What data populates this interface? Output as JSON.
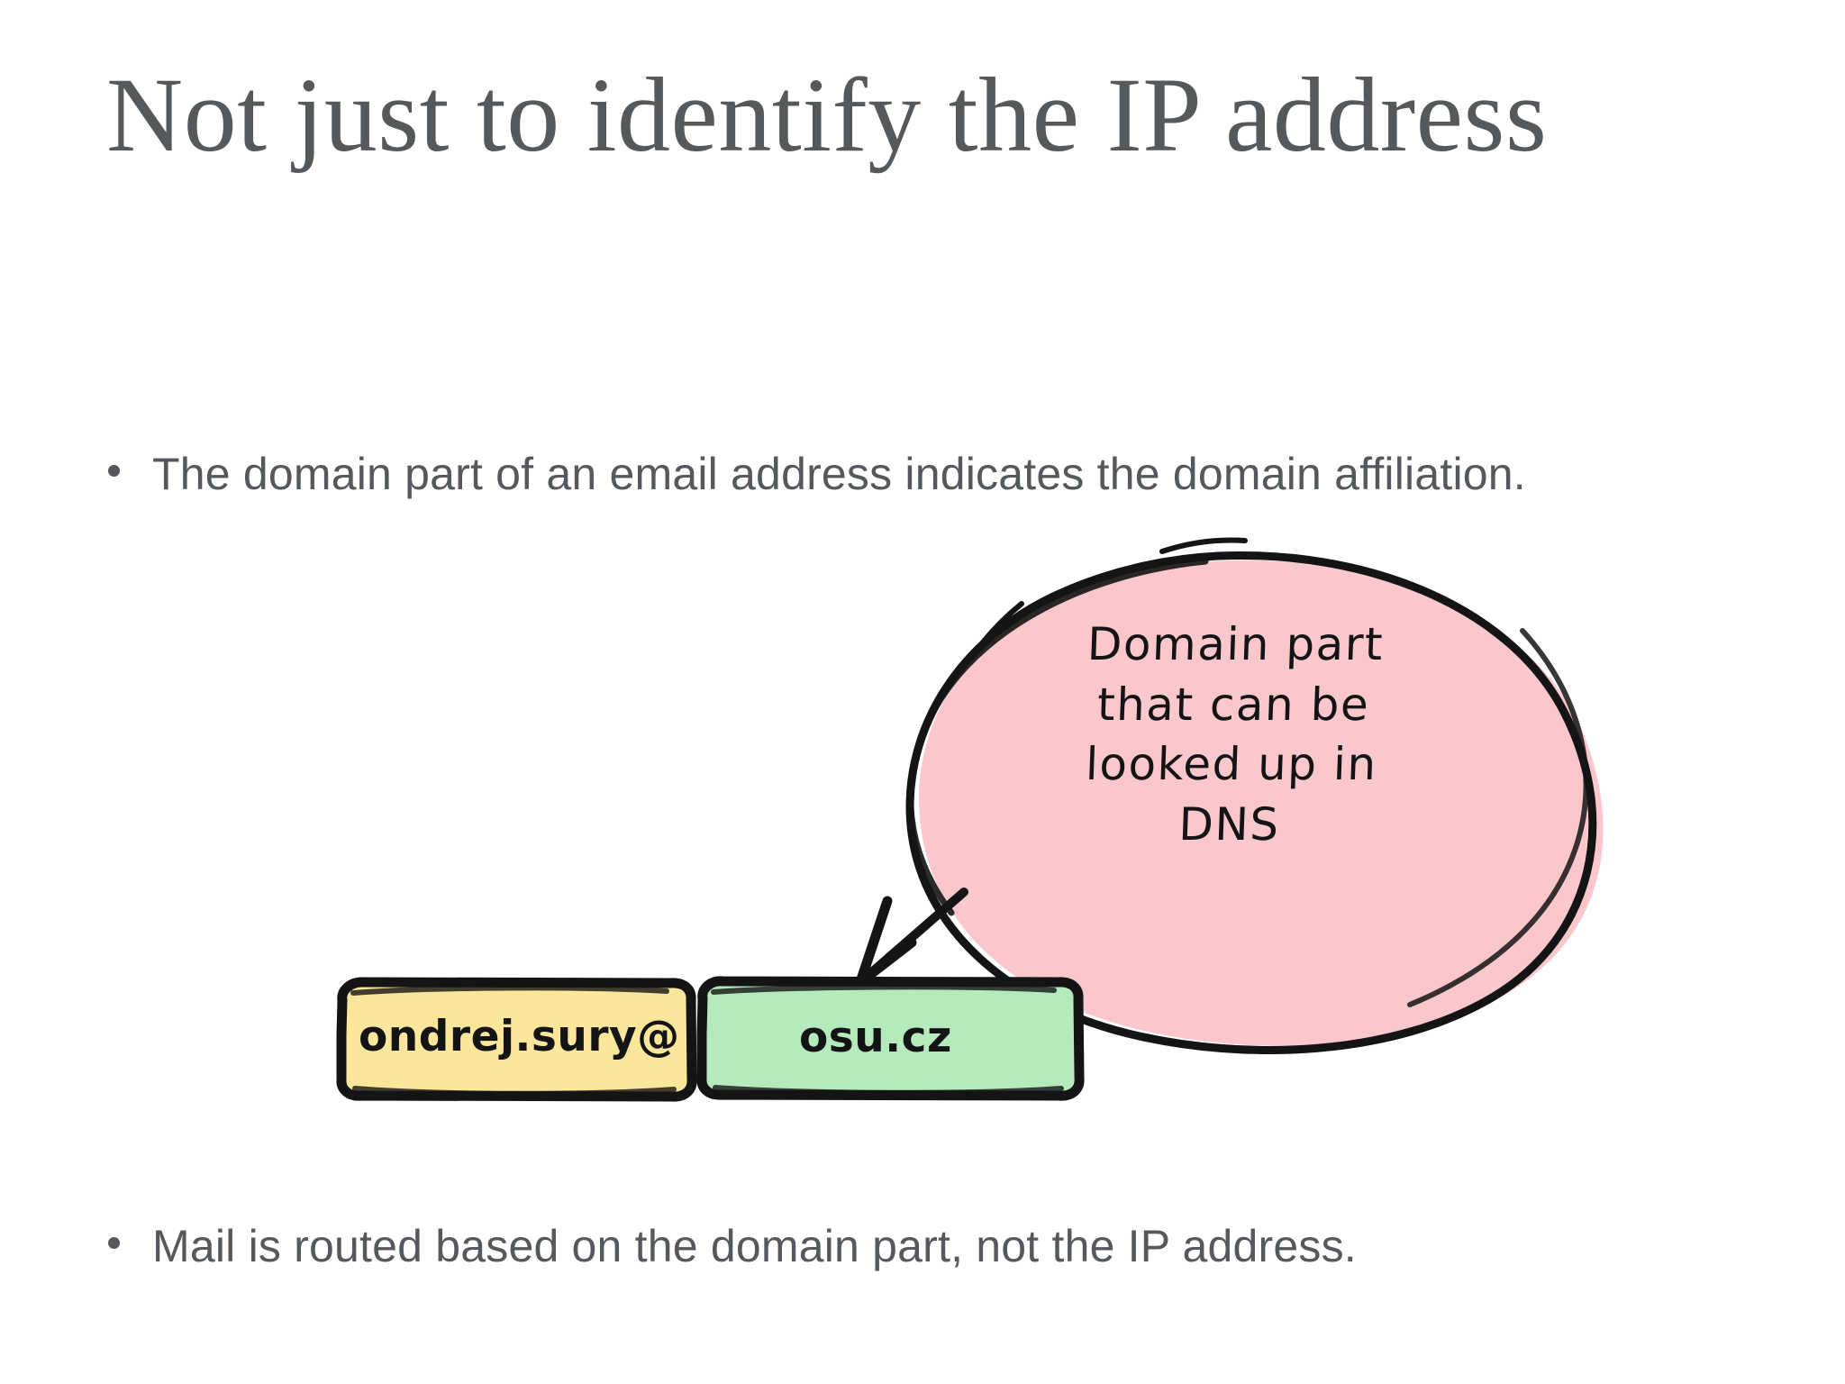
{
  "slide": {
    "background_color": "#ffffff",
    "title": "Not just to identify the IP address",
    "title_color": "#56595c",
    "bullets": [
      "The domain part of an email address indicates the domain affiliation.",
      "Mail is routed based on the domain part, not the IP address."
    ],
    "bullet_color": "#55595d"
  },
  "diagram": {
    "callout": {
      "shape": "hand-drawn-ellipse",
      "fill_color": "#fac8cc",
      "stroke_color": "#141414",
      "lines": [
        "Domain part",
        "that can be",
        "looked up in",
        "DNS"
      ],
      "text": "Domain part that can be looked up in DNS"
    },
    "arrow": {
      "name": "callout-arrow",
      "from": "callout",
      "to": "domain-chip",
      "stroke_color": "#141414"
    },
    "email_chips": [
      {
        "id": "local-part",
        "label": "ondrej.sury@",
        "fill_color": "#fae79b",
        "stroke_color": "#141414"
      },
      {
        "id": "domain-part",
        "label": "osu.cz",
        "fill_color": "#b5ebbc",
        "stroke_color": "#141414"
      }
    ]
  }
}
